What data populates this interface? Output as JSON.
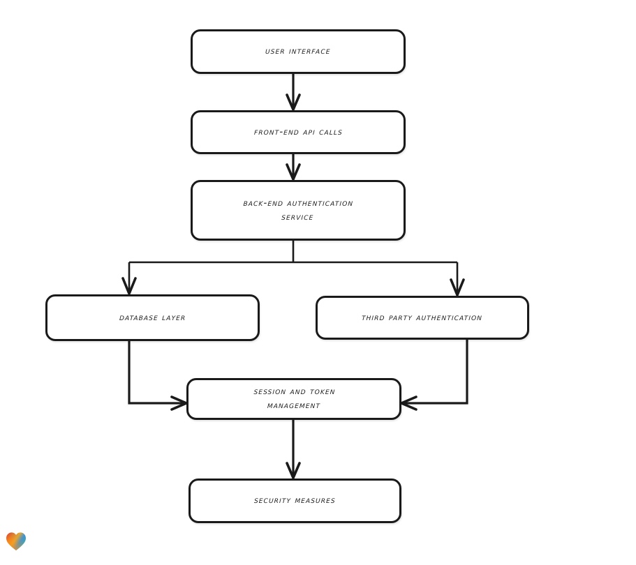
{
  "diagram": {
    "type": "flowchart",
    "orientation": "top-to-bottom",
    "background_color": "#ffffff",
    "stroke_color": "#1a1a1a",
    "node_fill_color": "#ffffff",
    "nodes": [
      {
        "id": "user-interface",
        "label": "User Interface"
      },
      {
        "id": "frontend-api-calls",
        "label": "Front-End API Calls"
      },
      {
        "id": "backend-auth-service",
        "label": "Back-End Authentication\nService"
      },
      {
        "id": "database-layer",
        "label": "Database Layer"
      },
      {
        "id": "third-party-auth",
        "label": "Third Party Authentication"
      },
      {
        "id": "session-token-mgmt",
        "label": "Session and Token\nManagement"
      },
      {
        "id": "security-measures",
        "label": "Security Measures"
      }
    ],
    "edges": [
      {
        "from": "user-interface",
        "to": "frontend-api-calls",
        "style": "arrow-down"
      },
      {
        "from": "frontend-api-calls",
        "to": "backend-auth-service",
        "style": "arrow-down"
      },
      {
        "from": "backend-auth-service",
        "to": "database-layer",
        "style": "elbow-split-left"
      },
      {
        "from": "backend-auth-service",
        "to": "third-party-auth",
        "style": "elbow-split-right"
      },
      {
        "from": "database-layer",
        "to": "session-token-mgmt",
        "style": "elbow-arrow-right"
      },
      {
        "from": "third-party-auth",
        "to": "session-token-mgmt",
        "style": "elbow-arrow-left"
      },
      {
        "from": "session-token-mgmt",
        "to": "security-measures",
        "style": "arrow-down"
      }
    ]
  },
  "watermark": {
    "icon": "heart-icon",
    "gradient_colors": [
      "#e8232a",
      "#f08a20",
      "#f5a623",
      "#2d9cdb",
      "#1fb6b6"
    ]
  }
}
